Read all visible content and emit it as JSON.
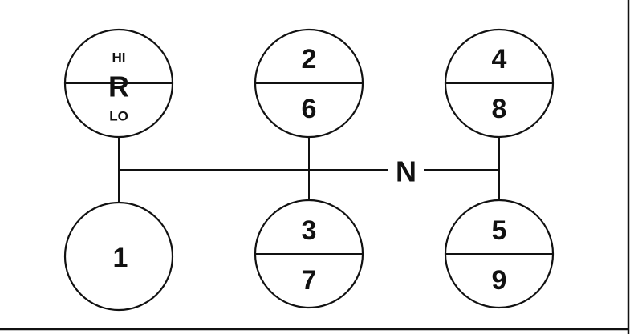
{
  "diagram": {
    "neutral_label": "N",
    "reverse": {
      "hi_label": "HI",
      "main_label": "R",
      "lo_label": "LO"
    },
    "gears": {
      "g2": "2",
      "g6": "6",
      "g4": "4",
      "g8": "8",
      "g1": "1",
      "g3": "3",
      "g7": "7",
      "g5": "5",
      "g9": "9"
    }
  }
}
